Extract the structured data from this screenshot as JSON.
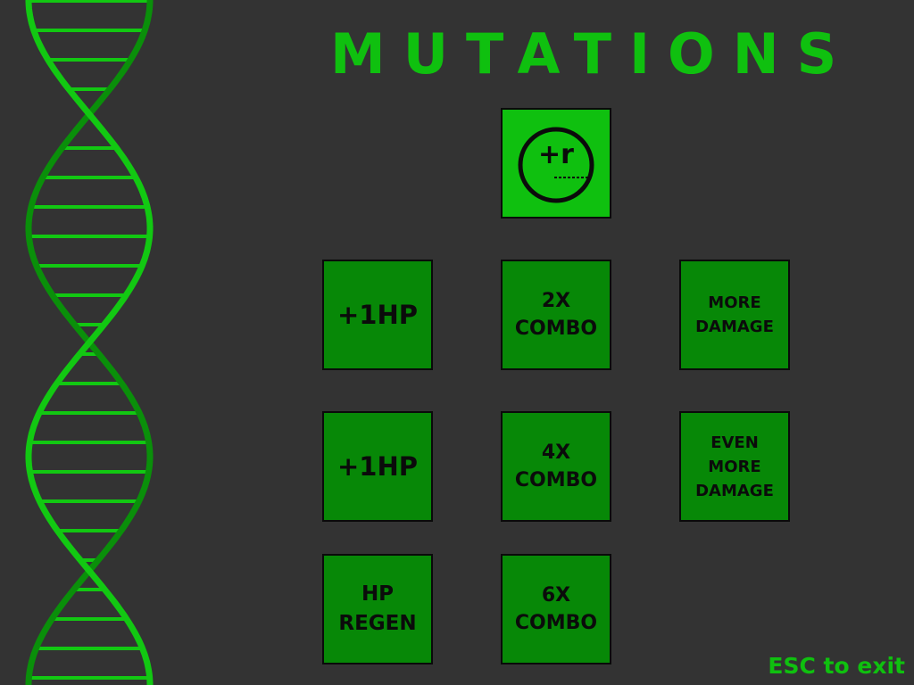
{
  "screen": {
    "title": "MUTATIONS",
    "exit_hint": "ESC to exit"
  },
  "colors": {
    "background": "#333333",
    "accent": "#0fc00f",
    "tile_locked": "#078807",
    "tile_unlocked": "#0fc00f",
    "dna_light": "#12c812",
    "dna_dark": "#0a8f0a"
  },
  "root_node": {
    "icon": "root-mutation-icon",
    "text": "+r"
  },
  "tiles": [
    {
      "id": "hp1",
      "label": "+1HP"
    },
    {
      "id": "combo2",
      "label": "2X\nCOMBO"
    },
    {
      "id": "damage1",
      "label": "MORE\nDAMAGE"
    },
    {
      "id": "hp2",
      "label": "+1HP"
    },
    {
      "id": "combo4",
      "label": "4X\nCOMBO"
    },
    {
      "id": "damage2",
      "label": "EVEN\nMORE\nDAMAGE"
    },
    {
      "id": "regen",
      "label": "HP\nREGEN"
    },
    {
      "id": "combo6",
      "label": "6X\nCOMBO"
    }
  ]
}
